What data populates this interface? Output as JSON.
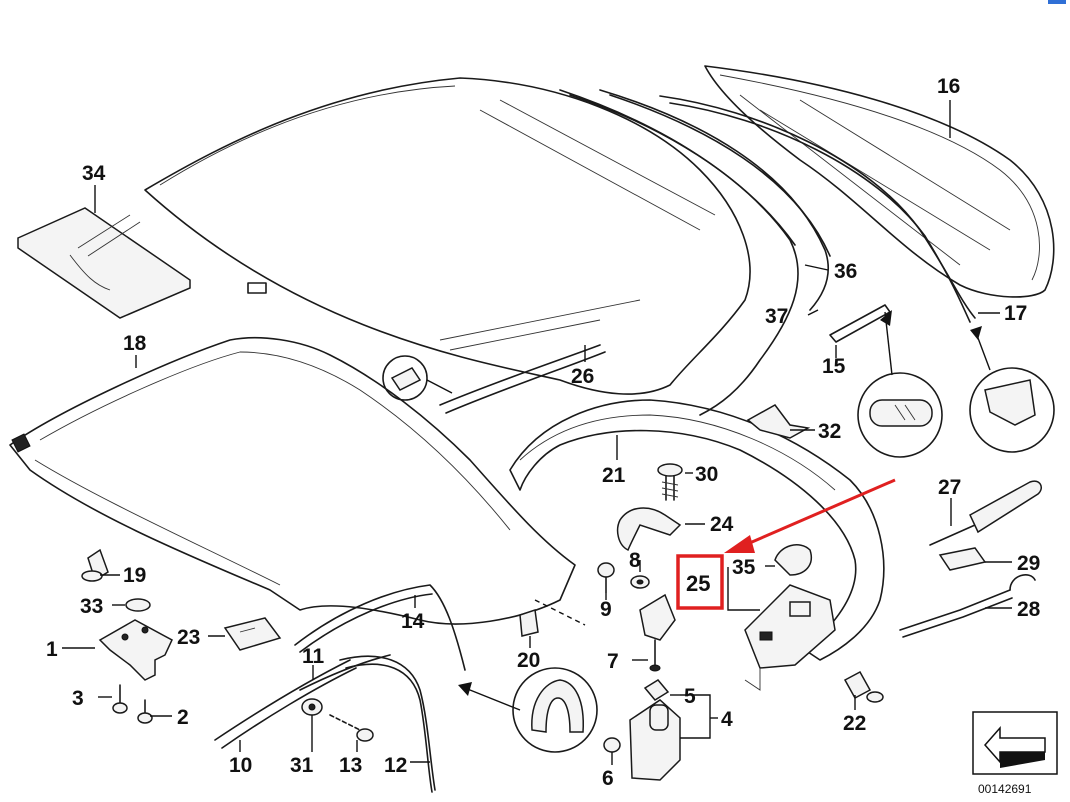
{
  "diagram": {
    "doc_number": "00142691",
    "highlight_color": "#e02020",
    "accent_color": "#2f6fd6",
    "parts": [
      {
        "id": "16",
        "label": "16"
      },
      {
        "id": "34",
        "label": "34"
      },
      {
        "id": "18",
        "label": "18"
      },
      {
        "id": "36",
        "label": "36"
      },
      {
        "id": "37",
        "label": "37"
      },
      {
        "id": "17",
        "label": "17"
      },
      {
        "id": "15",
        "label": "15"
      },
      {
        "id": "26",
        "label": "26"
      },
      {
        "id": "32",
        "label": "32"
      },
      {
        "id": "21",
        "label": "21"
      },
      {
        "id": "30",
        "label": "30"
      },
      {
        "id": "27",
        "label": "27"
      },
      {
        "id": "24",
        "label": "24"
      },
      {
        "id": "19",
        "label": "19"
      },
      {
        "id": "8",
        "label": "8"
      },
      {
        "id": "35",
        "label": "35"
      },
      {
        "id": "25",
        "label": "25"
      },
      {
        "id": "29",
        "label": "29"
      },
      {
        "id": "33",
        "label": "33"
      },
      {
        "id": "9",
        "label": "9"
      },
      {
        "id": "28",
        "label": "28"
      },
      {
        "id": "1",
        "label": "1"
      },
      {
        "id": "23",
        "label": "23"
      },
      {
        "id": "14",
        "label": "14"
      },
      {
        "id": "20",
        "label": "20"
      },
      {
        "id": "7",
        "label": "7"
      },
      {
        "id": "11",
        "label": "11"
      },
      {
        "id": "5",
        "label": "5"
      },
      {
        "id": "3",
        "label": "3"
      },
      {
        "id": "4",
        "label": "4"
      },
      {
        "id": "2",
        "label": "2"
      },
      {
        "id": "22",
        "label": "22"
      },
      {
        "id": "10",
        "label": "10"
      },
      {
        "id": "31",
        "label": "31"
      },
      {
        "id": "13",
        "label": "13"
      },
      {
        "id": "12",
        "label": "12"
      },
      {
        "id": "6",
        "label": "6"
      }
    ]
  }
}
